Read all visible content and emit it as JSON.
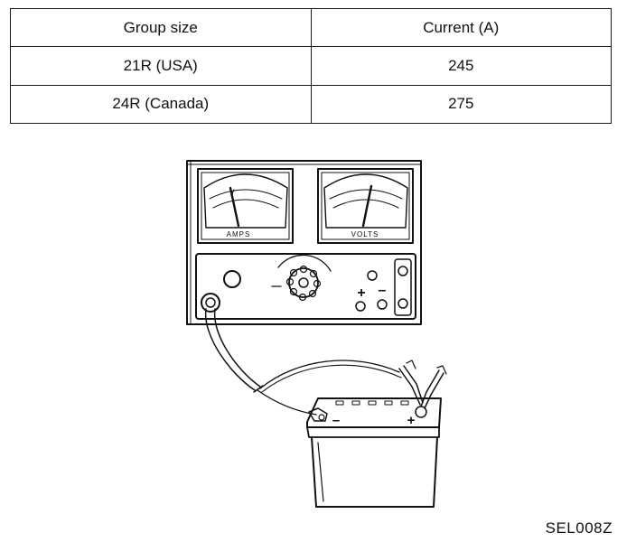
{
  "table": {
    "headers": [
      "Group size",
      "Current (A)"
    ],
    "rows": [
      [
        "21R (USA)",
        "245"
      ],
      [
        "24R (Canada)",
        "275"
      ]
    ]
  },
  "diagram": {
    "amps_label": "AMPS",
    "volts_label": "VOLTS",
    "tester_plus": "+",
    "tester_minus": "–",
    "battery_minus": "–",
    "battery_plus": "+"
  },
  "reference_code": "SEL008Z",
  "colors": {
    "ink": "#111111",
    "paper": "#ffffff"
  }
}
